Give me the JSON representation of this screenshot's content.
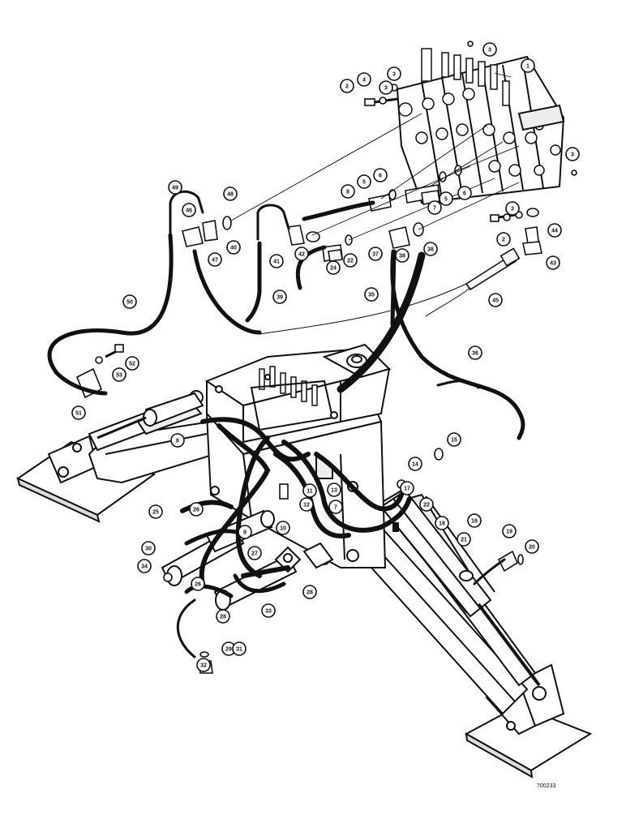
{
  "reference_code": "700233",
  "callouts": [
    "1",
    "2",
    "3",
    "3",
    "3",
    "3",
    "3",
    "4",
    "2",
    "5",
    "5",
    "6",
    "6",
    "7",
    "8",
    "8",
    "7",
    "9",
    "10",
    "11",
    "12",
    "13",
    "14",
    "15",
    "16",
    "17",
    "18",
    "19",
    "20",
    "21",
    "22",
    "22",
    "24",
    "25",
    "26",
    "26",
    "27",
    "28",
    "28",
    "29",
    "30",
    "31",
    "32",
    "33",
    "34",
    "35",
    "36",
    "37",
    "38",
    "38",
    "39",
    "40",
    "41",
    "42",
    "43",
    "44",
    "45",
    "46",
    "47",
    "48",
    "49",
    "50",
    "51",
    "52",
    "53"
  ]
}
